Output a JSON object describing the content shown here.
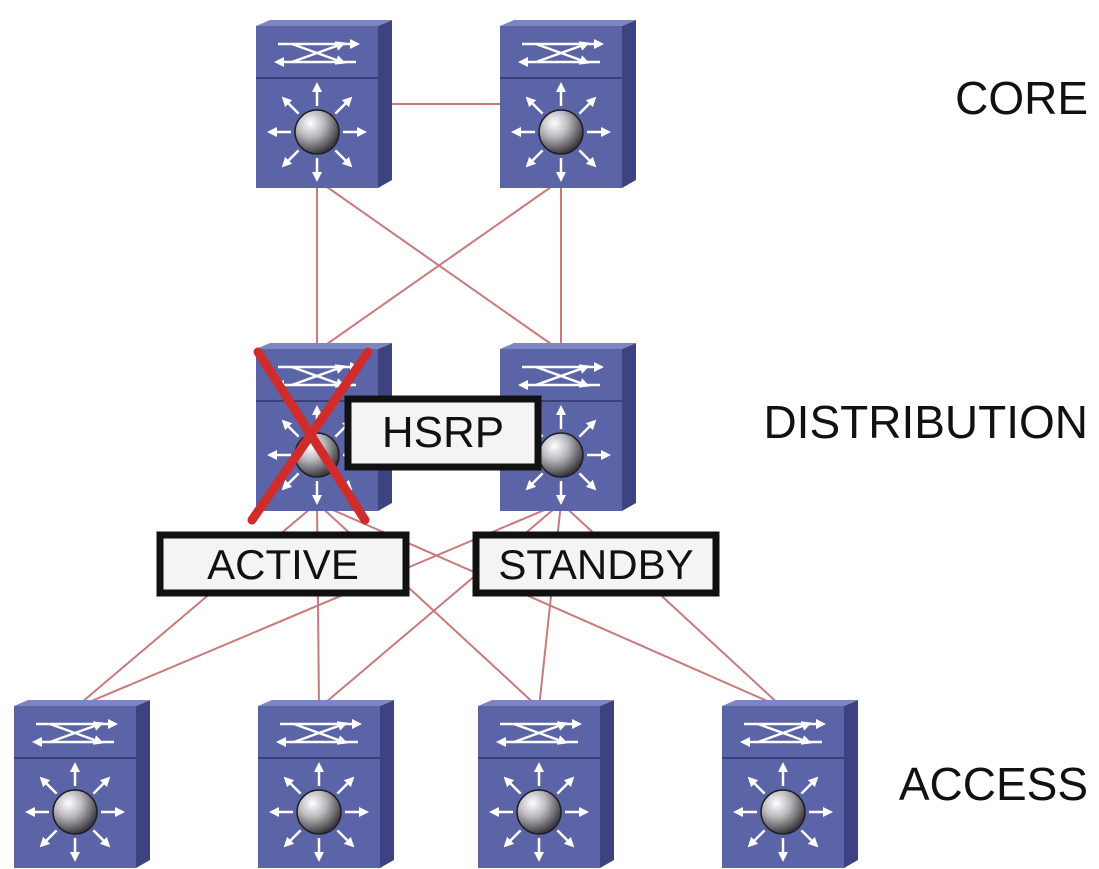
{
  "layers": {
    "core": "CORE",
    "distribution": "DISTRIBUTION",
    "access": "ACCESS"
  },
  "labels": {
    "hsrp": "HSRP",
    "active": "ACTIVE",
    "standby": "STANDBY"
  },
  "icons": {
    "switch": "multilayer-switch-icon",
    "failure": "failure-x-icon"
  },
  "colors": {
    "switch_face": "#5b64a6",
    "switch_side": "#3c4380",
    "switch_top": "#7d85c2",
    "link": "#c97a7a",
    "failure_mark": "#d12c2c",
    "label_border": "#111111"
  },
  "switches": [
    {
      "id": "core-1",
      "layer": "core"
    },
    {
      "id": "core-2",
      "layer": "core"
    },
    {
      "id": "dist-1",
      "layer": "distribution",
      "status": "failed"
    },
    {
      "id": "dist-2",
      "layer": "distribution"
    },
    {
      "id": "access-1",
      "layer": "access"
    },
    {
      "id": "access-2",
      "layer": "access"
    },
    {
      "id": "access-3",
      "layer": "access"
    },
    {
      "id": "access-4",
      "layer": "access"
    }
  ],
  "links": [
    [
      "core-1",
      "core-2"
    ],
    [
      "core-1",
      "dist-1"
    ],
    [
      "core-1",
      "dist-2"
    ],
    [
      "core-2",
      "dist-1"
    ],
    [
      "core-2",
      "dist-2"
    ],
    [
      "dist-1",
      "access-1"
    ],
    [
      "dist-1",
      "access-2"
    ],
    [
      "dist-1",
      "access-3"
    ],
    [
      "dist-1",
      "access-4"
    ],
    [
      "dist-2",
      "access-1"
    ],
    [
      "dist-2",
      "access-2"
    ],
    [
      "dist-2",
      "access-3"
    ],
    [
      "dist-2",
      "access-4"
    ]
  ]
}
